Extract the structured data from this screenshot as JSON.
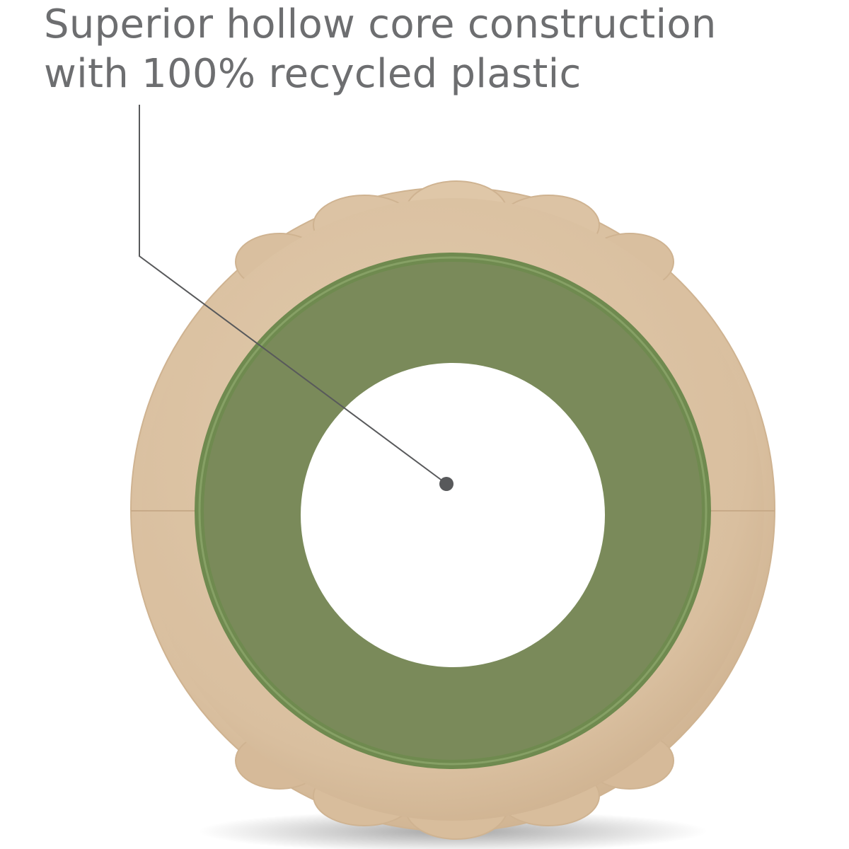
{
  "caption": {
    "line1": "Superior hollow core construction",
    "line2": "with 100% recycled plastic"
  },
  "colors": {
    "text": "#6d6e70",
    "callout": "#58595b",
    "foam": "#dcc3a4",
    "foam_shadow": "#c9ad8c",
    "core": "#7a8a5a",
    "core_rim": "#6d8450",
    "background": "#ffffff"
  },
  "illustration": {
    "subject": "foam-roller-end-view",
    "parts": [
      "foam-outer-shell",
      "hollow-plastic-core",
      "center-opening"
    ]
  }
}
